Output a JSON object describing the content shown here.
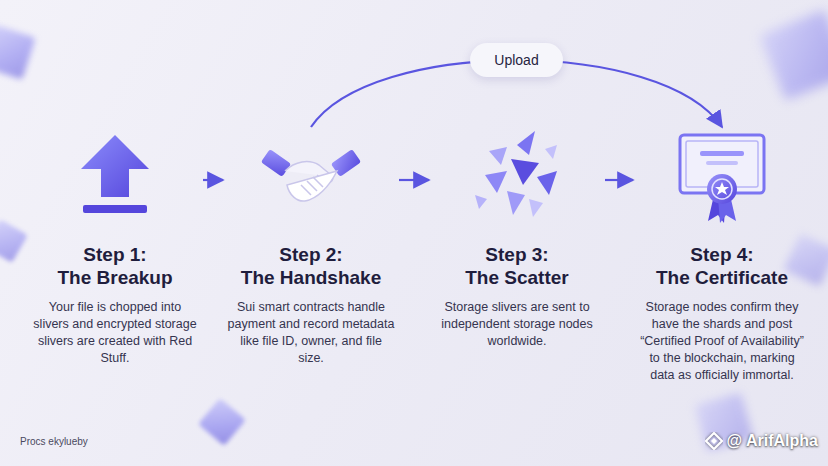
{
  "diagram": {
    "nodes": [
      {
        "text": [
          "Step 1: The Breakup",
          "Your file is chopped into slivers and encrypted storage slivers are created with Red Stuff."
        ]
      },
      {
        "text": [
          "Step 2: The Handshake",
          "Sui smart contracts handle payment and record metadata like file ID, owner, and file size."
        ]
      },
      {
        "text": [
          "Step 3: The Scatter",
          "Storage slivers are sent to independent storage nodes worldwide."
        ]
      },
      {
        "text": [
          "Step 4: The Certificate",
          "Storage nodes confirm they have the shards and post “Certified Proof of Availability” to the blockchain, marking data as officially immortal."
        ]
      }
    ],
    "edges": [
      {
        "from": 0,
        "to": 1,
        "arrow": "to"
      },
      {
        "from": 1,
        "to": 2,
        "arrow": "to"
      },
      {
        "from": 2,
        "to": 3,
        "arrow": "to"
      },
      {
        "from": 1,
        "to": 3,
        "label": "Upload",
        "arrow": "to"
      }
    ],
    "labels": [
      "Procs ekylueby",
      "@ ArifAlpha"
    ]
  }
}
